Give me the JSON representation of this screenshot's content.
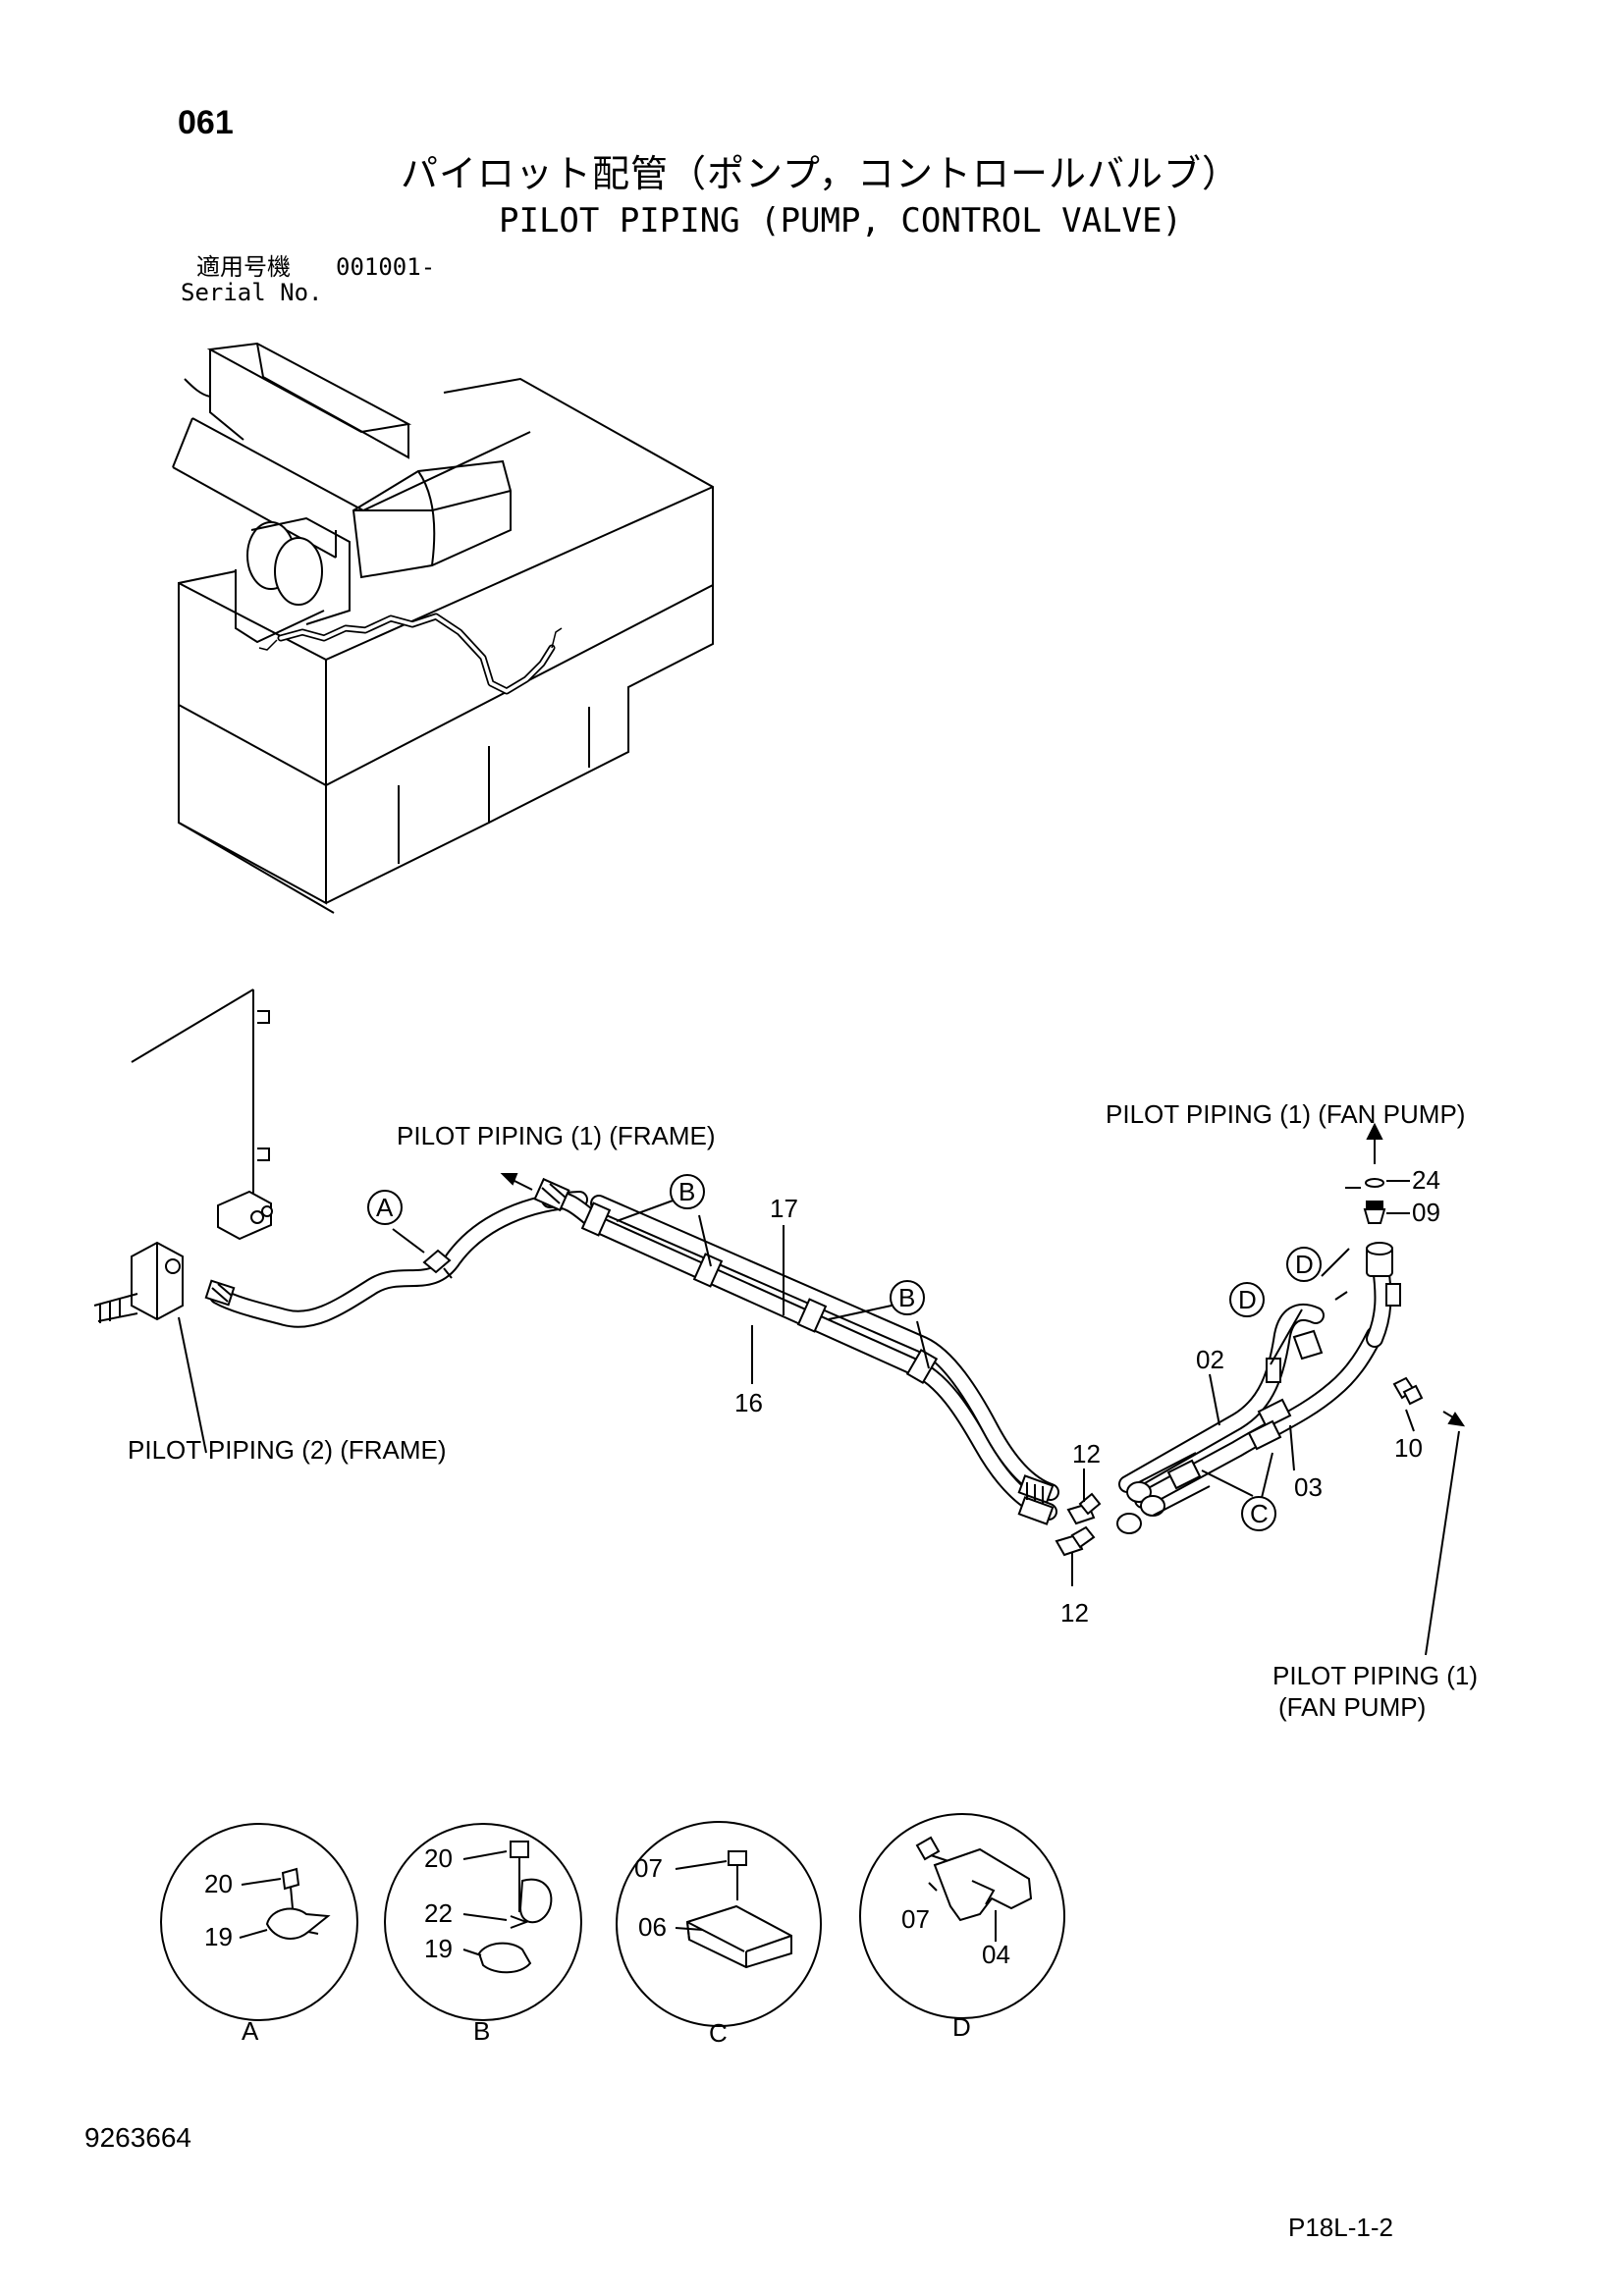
{
  "header": {
    "page_code": "061",
    "title_jp": "パイロット配管（ポンプ，コントロールバルブ）",
    "title_en": "PILOT PIPING (PUMP, CONTROL VALVE)",
    "serial_label_jp": "適用号機",
    "serial_value": "001001-",
    "serial_label_en": "Serial No."
  },
  "callouts": {
    "pilot_frame_1": "PILOT PIPING (1) (FRAME)",
    "pilot_frame_2": "PILOT PIPING (2) (FRAME)",
    "pilot_fan_pump_top": "PILOT PIPING (1) (FAN PUMP)",
    "pilot_fan_pump_bottom_1": "PILOT PIPING (1)",
    "pilot_fan_pump_bottom_2": "(FAN PUMP)"
  },
  "part_numbers": {
    "p17": "17",
    "p16": "16",
    "p12_top": "12",
    "p12_bottom": "12",
    "p02": "02",
    "p03": "03",
    "p10": "10",
    "p24": "24",
    "p09": "09"
  },
  "ref_letters": {
    "a_main": "A",
    "b_1": "B",
    "b_2": "B",
    "c_main": "C",
    "d_1": "D",
    "d_2": "D"
  },
  "details": [
    {
      "letter": "A",
      "parts": [
        "20",
        "19"
      ]
    },
    {
      "letter": "B",
      "parts": [
        "20",
        "22",
        "19"
      ]
    },
    {
      "letter": "C",
      "parts": [
        "07",
        "06"
      ]
    },
    {
      "letter": "D",
      "parts": [
        "07",
        "04"
      ]
    }
  ],
  "footer": {
    "drawing_number": "9263664",
    "page_ref": "P18L-1-2"
  }
}
